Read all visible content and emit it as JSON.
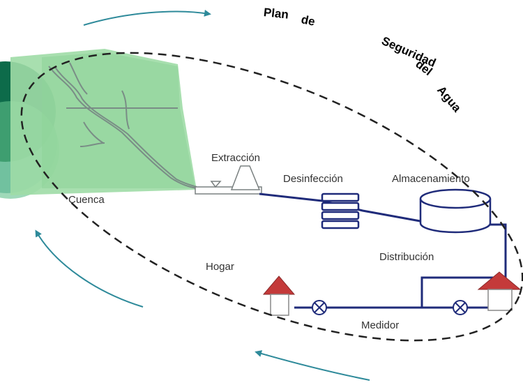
{
  "title": "Plan de Seguridad del Agua",
  "labels": {
    "extraction": "Extracción",
    "disinfection": "Desinfección",
    "storage": "Almacenamiento",
    "watershed": "Cuenca",
    "distribution": "Distribución",
    "household": "Hogar",
    "meter": "Medidor"
  },
  "colors": {
    "arrow": "#2e8a9a",
    "pipe": "#1f2b7a",
    "watershed": "#8fd39a",
    "roof": "#c43a3a",
    "dark_green": "#0d6b4a"
  }
}
